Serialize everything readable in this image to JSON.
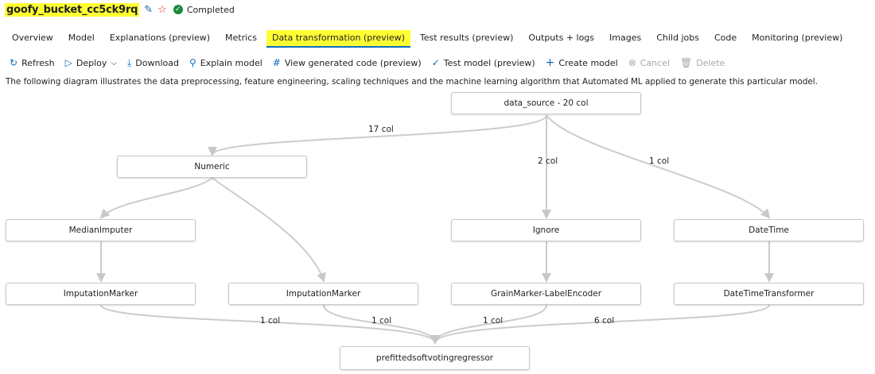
{
  "header": {
    "title": "goofy_bucket_cc5ck9rq",
    "status": "Completed"
  },
  "tabs": [
    {
      "label": "Overview"
    },
    {
      "label": "Model"
    },
    {
      "label": "Explanations (preview)"
    },
    {
      "label": "Metrics"
    },
    {
      "label": "Data transformation (preview)"
    },
    {
      "label": "Test results (preview)"
    },
    {
      "label": "Outputs + logs"
    },
    {
      "label": "Images"
    },
    {
      "label": "Child jobs"
    },
    {
      "label": "Code"
    },
    {
      "label": "Monitoring (preview)"
    }
  ],
  "active_tab": "Data transformation (preview)",
  "toolbar": {
    "refresh": "Refresh",
    "deploy": "Deploy",
    "download": "Download",
    "explain_model": "Explain model",
    "view_code": "View generated code (preview)",
    "test_model": "Test model (preview)",
    "create_model": "Create model",
    "cancel": "Cancel",
    "delete": "Delete"
  },
  "description": "The following diagram illustrates the data preprocessing, feature engineering, scaling techniques and the machine learning algorithm that Automated ML applied to generate this particular model.",
  "diagram": {
    "nodes": {
      "data_source": "data_source - 20 col",
      "numeric": "Numeric",
      "median_imputer": "MedianImputer",
      "imputation_marker_1": "ImputationMarker",
      "imputation_marker_2": "ImputationMarker",
      "ignore": "Ignore",
      "grain_marker": "GrainMarker-LabelEncoder",
      "datetime": "DateTime",
      "datetime_transformer": "DateTimeTransformer",
      "regressor": "prefittedsoftvotingregressor"
    },
    "edge_labels": {
      "numeric": "17 col",
      "ignore": "2 col",
      "datetime": "1 col",
      "imp1_out": "1 col",
      "imp2_out": "1 col",
      "grain_out": "1 col",
      "dtt_out": "6 col"
    }
  }
}
